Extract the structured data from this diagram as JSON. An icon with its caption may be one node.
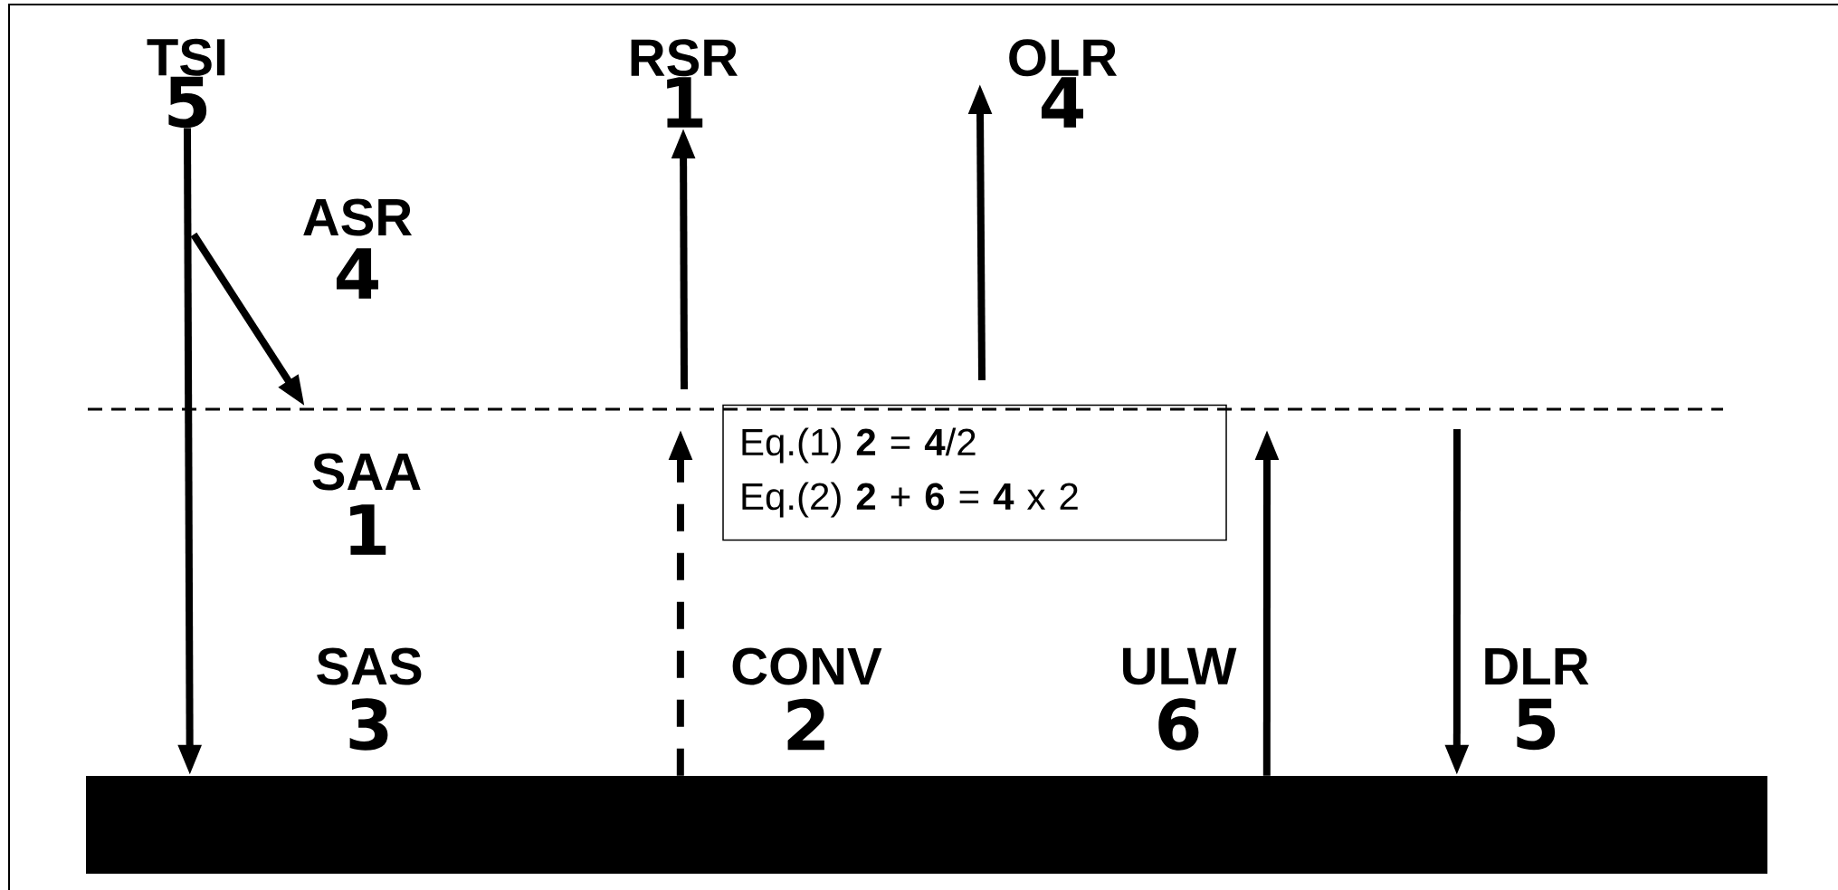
{
  "diagram": {
    "nodes": [
      {
        "text": [
          "TSI",
          "5"
        ]
      },
      {
        "text": [
          "RSR",
          "1"
        ]
      },
      {
        "text": [
          "OLR",
          "4"
        ]
      },
      {
        "text": [
          "Eq.(1) **2** = **4**/2",
          "Eq.(2) **2** + **6** = **4** x 2"
        ]
      },
      {
        "text": [],
        "shape": "bar"
      }
    ],
    "edges": [
      {
        "from": 0,
        "to": 4,
        "arrow": "to"
      },
      {
        "from": null,
        "to": 1,
        "arrow": "to"
      },
      {
        "from": null,
        "to": 2,
        "arrow": "to"
      },
      {
        "from": 4,
        "to": null,
        "arrow": "to",
        "style": "dashed"
      },
      {
        "from": 4,
        "to": null,
        "arrow": "to"
      },
      {
        "from": null,
        "to": 4,
        "arrow": "to"
      }
    ],
    "labels": [
      "ASR",
      "4",
      "SAA",
      "1",
      "SAS",
      "3",
      "CONV",
      "2",
      "ULW",
      "6",
      "DLR",
      "5"
    ]
  }
}
